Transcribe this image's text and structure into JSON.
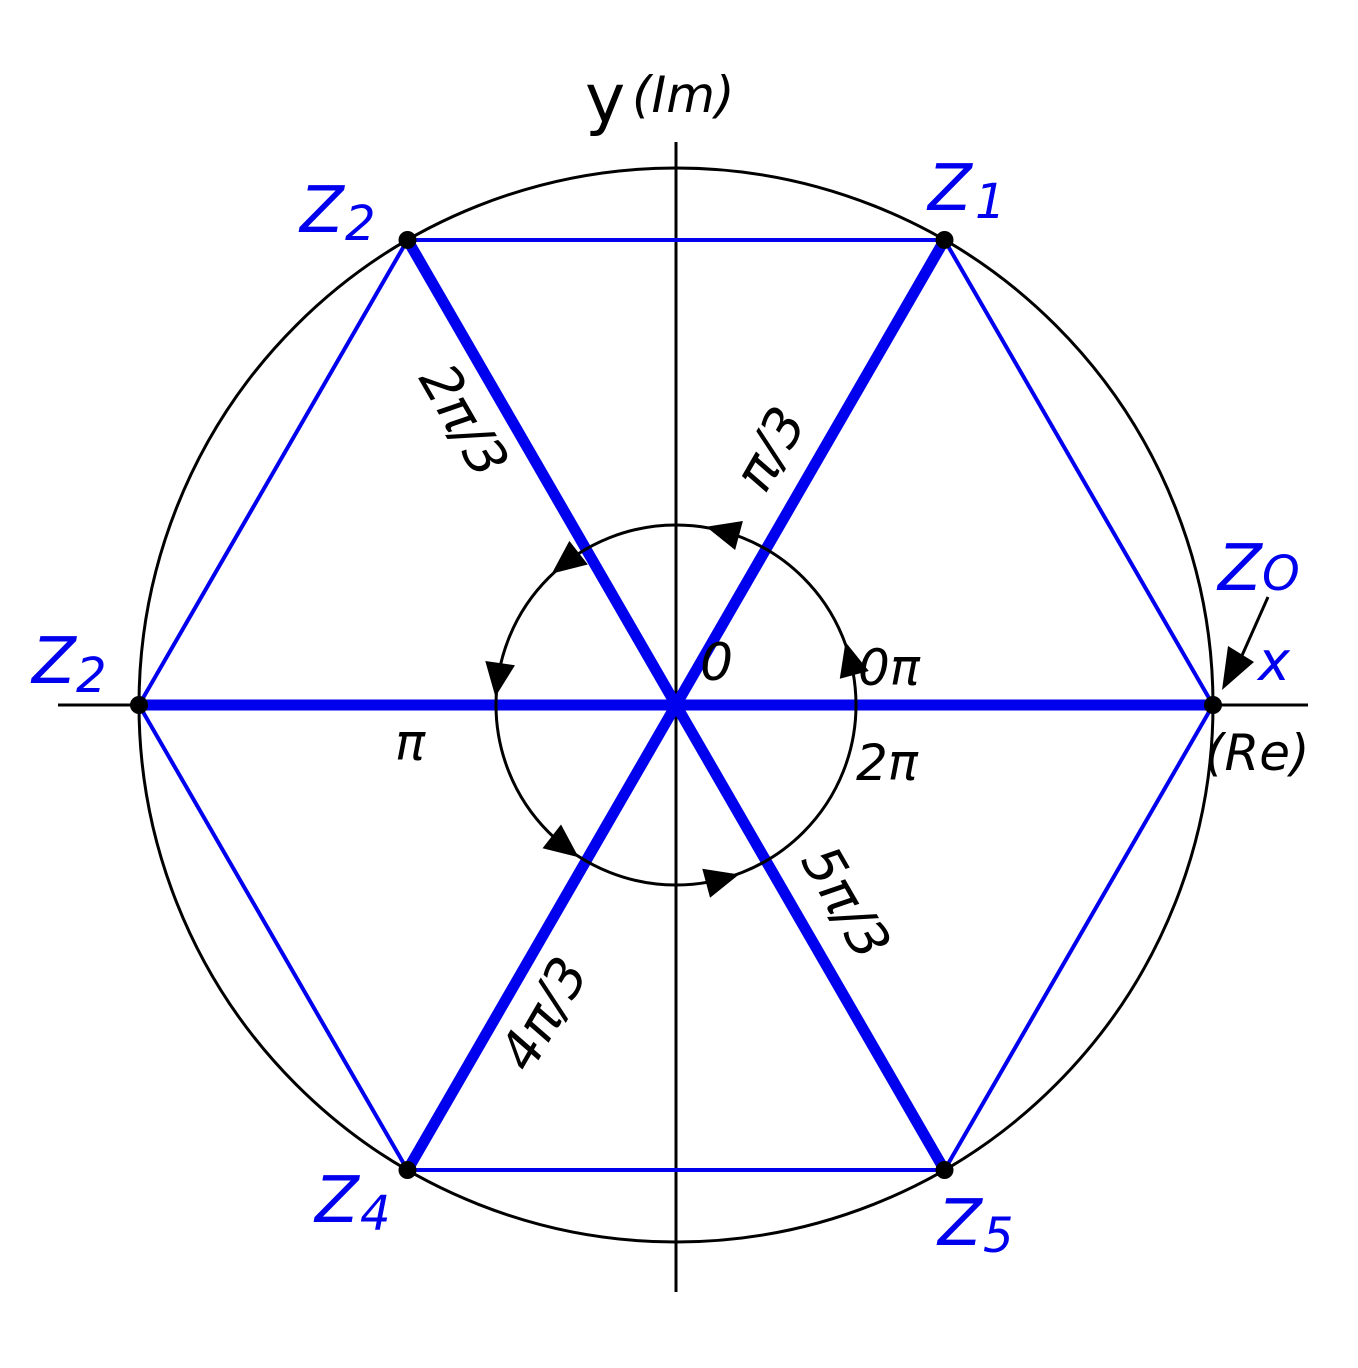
{
  "colors": {
    "hexagon": "#0000ee",
    "axes": "#000000",
    "circle": "#000000"
  },
  "axes": {
    "y_label": "y",
    "y_sub": "(Im)",
    "x_label": "x",
    "x_sub": "(Re)"
  },
  "origin_label": "0",
  "points": [
    {
      "id": "z0",
      "label": "Z",
      "sub": "O",
      "angle_deg": 0
    },
    {
      "id": "z1",
      "label": "Z",
      "sub": "1",
      "angle_deg": 60
    },
    {
      "id": "z2a",
      "label": "Z",
      "sub": "2",
      "angle_deg": 120
    },
    {
      "id": "z2b",
      "label": "Z",
      "sub": "2",
      "angle_deg": 180
    },
    {
      "id": "z4",
      "label": "Z",
      "sub": "4",
      "angle_deg": 240
    },
    {
      "id": "z5",
      "label": "Z",
      "sub": "5",
      "angle_deg": 300
    }
  ],
  "angle_labels": {
    "zero_pi": "0π",
    "two_pi": "2π",
    "pi_over_3": "π/3",
    "two_pi_over_3": "2π/3",
    "pi": "π",
    "four_pi_over_3": "4π/3",
    "five_pi_over_3": "5π/3"
  }
}
